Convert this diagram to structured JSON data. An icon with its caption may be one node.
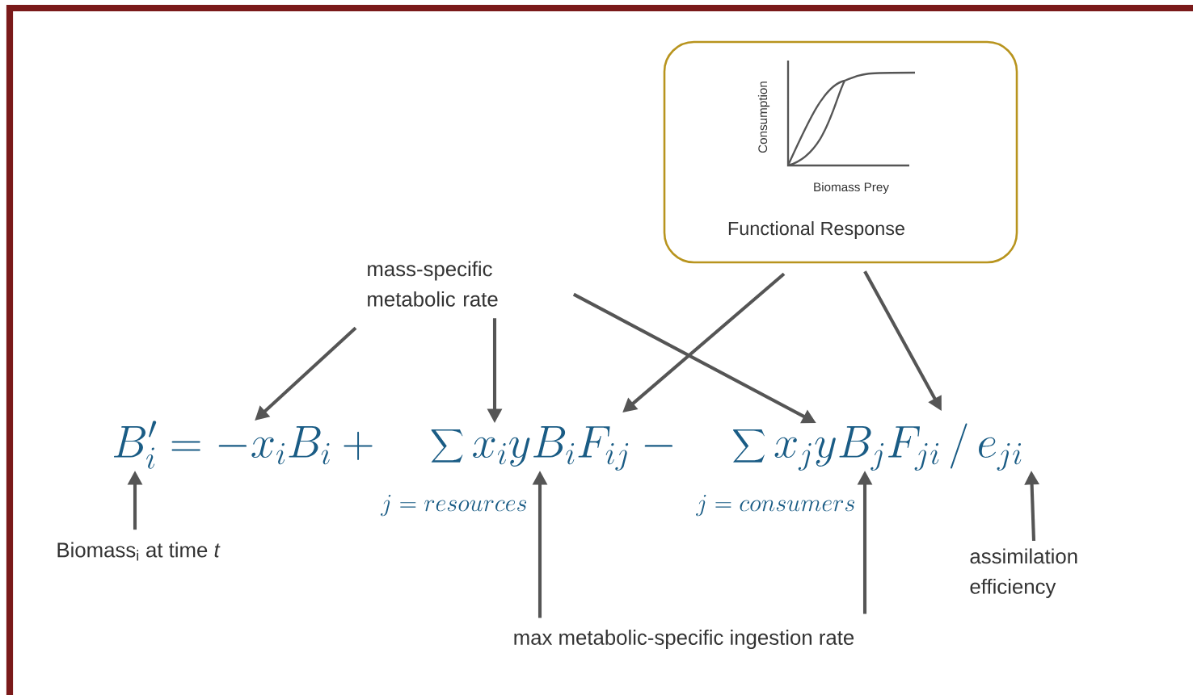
{
  "diagram": {
    "nodes": [
      {
        "text": [
          "Consumption",
          "Biomass Prey",
          "Functional Response"
        ]
      },
      {
        "text": [
          "mass-specific metabolic rate"
        ]
      },
      {
        "text": [
          "B_i' = -x_iB_i + \\quad\\sum x_i yB_iF_{ij} - \\quad\\sum x_j yB_jF_{ji} \\,/\\, e_{ji}"
        ]
      },
      {
        "text": [
          "Biomass$_{i}$ at time *t*"
        ]
      },
      {
        "text": [
          "max metabolic-specific ingestion rate"
        ]
      },
      {
        "text": [
          "assimilation efficiency"
        ]
      }
    ],
    "edges": [
      {
        "from": 1,
        "to": 2,
        "arrow": "to"
      },
      {
        "from": 1,
        "to": 2,
        "arrow": "to"
      },
      {
        "from": 1,
        "to": 2,
        "arrow": "to"
      },
      {
        "from": 0,
        "to": 2,
        "arrow": "to"
      },
      {
        "from": 0,
        "to": 2,
        "arrow": "to"
      },
      {
        "from": 3,
        "to": 2,
        "arrow": "to"
      },
      {
        "from": 4,
        "to": 2,
        "arrow": "to"
      },
      {
        "from": 4,
        "to": 2,
        "arrow": "to"
      },
      {
        "from": 5,
        "to": 2,
        "arrow": "to"
      }
    ],
    "labels": [
      "j=resources",
      "j=consumers"
    ]
  }
}
